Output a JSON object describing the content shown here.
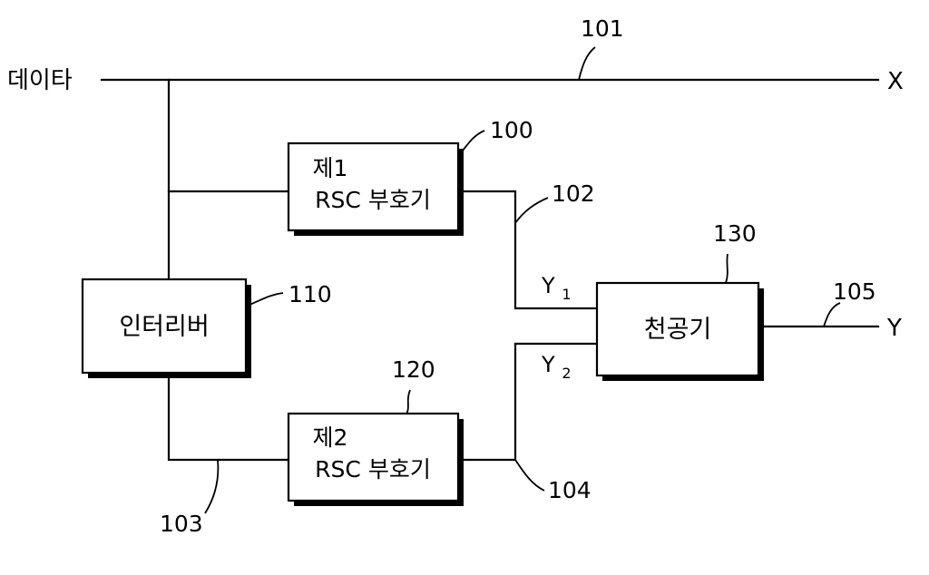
{
  "signals": {
    "input": "데이타",
    "output_x": "X",
    "output_y": "Y",
    "y1": "Y",
    "y1_sub": "1",
    "y2": "Y",
    "y2_sub": "2"
  },
  "blocks": {
    "encoder1": {
      "line1": "제1",
      "line2": "RSC 부호기"
    },
    "interleaver": {
      "label": "인터리버"
    },
    "encoder2": {
      "line1": "제2",
      "line2": "RSC 부호기"
    },
    "puncturer": {
      "label": "천공기"
    }
  },
  "refs": {
    "r101": "101",
    "r100": "100",
    "r102": "102",
    "r130": "130",
    "r110": "110",
    "r105": "105",
    "r120": "120",
    "r104": "104",
    "r103": "103"
  }
}
